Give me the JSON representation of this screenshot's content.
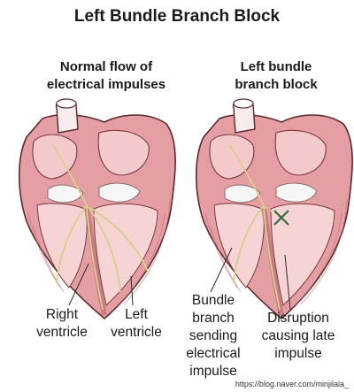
{
  "title": "Left Bundle Branch Block",
  "panels": {
    "left": {
      "heading_line1": "Normal flow of",
      "heading_line2": "electrical impulses"
    },
    "right": {
      "heading_line1": "Left bundle",
      "heading_line2": "branch block"
    }
  },
  "labels": {
    "right_ventricle_line1": "Right",
    "right_ventricle_line2": "ventricle",
    "left_ventricle_line1": "Left",
    "left_ventricle_line2": "ventricle",
    "bundle_line1": "Bundle",
    "bundle_line2": "branch",
    "bundle_line3": "sending",
    "bundle_line4": "electrical",
    "bundle_line5": "impulse",
    "disruption_line1": "Disruption",
    "disruption_line2": "causing late",
    "disruption_line3": "impulse"
  },
  "source_url": "https://blog.naver.com/minjilala_",
  "colors": {
    "myocardium": "#e8a3a6",
    "chamber": "#f6d3d4",
    "outline": "#5a2a2e",
    "nerve": "#d9d296",
    "valve": "#f4f4f4"
  }
}
